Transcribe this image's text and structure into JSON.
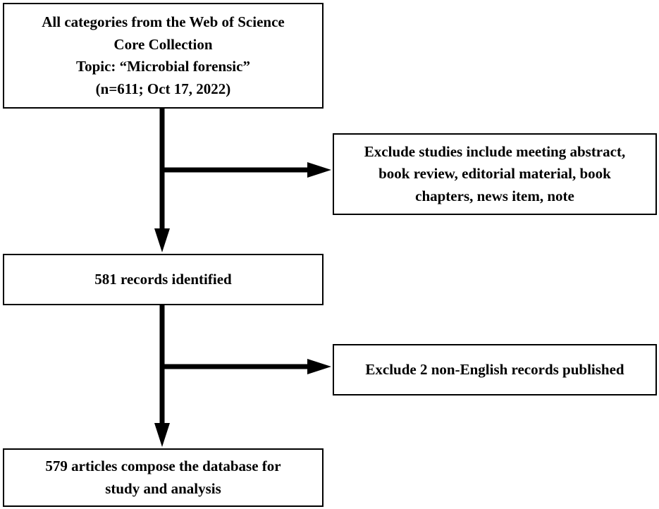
{
  "boxes": {
    "source": {
      "lines": [
        "All categories from the Web of Science",
        "Core Collection",
        "Topic: “Microbial forensic”",
        "(n=611; Oct 17, 2022)"
      ]
    },
    "exclude_types": {
      "lines": [
        "Exclude studies include meeting abstract,",
        "book review, editorial material, book",
        "chapters, news item, note"
      ]
    },
    "identified": {
      "lines": [
        "581 records identified"
      ]
    },
    "exclude_language": {
      "lines": [
        "Exclude 2 non-English records published"
      ]
    },
    "final": {
      "lines": [
        "579 articles compose the database for",
        "study and analysis"
      ]
    }
  },
  "colors": {
    "stroke": "#000000",
    "background": "#ffffff"
  }
}
